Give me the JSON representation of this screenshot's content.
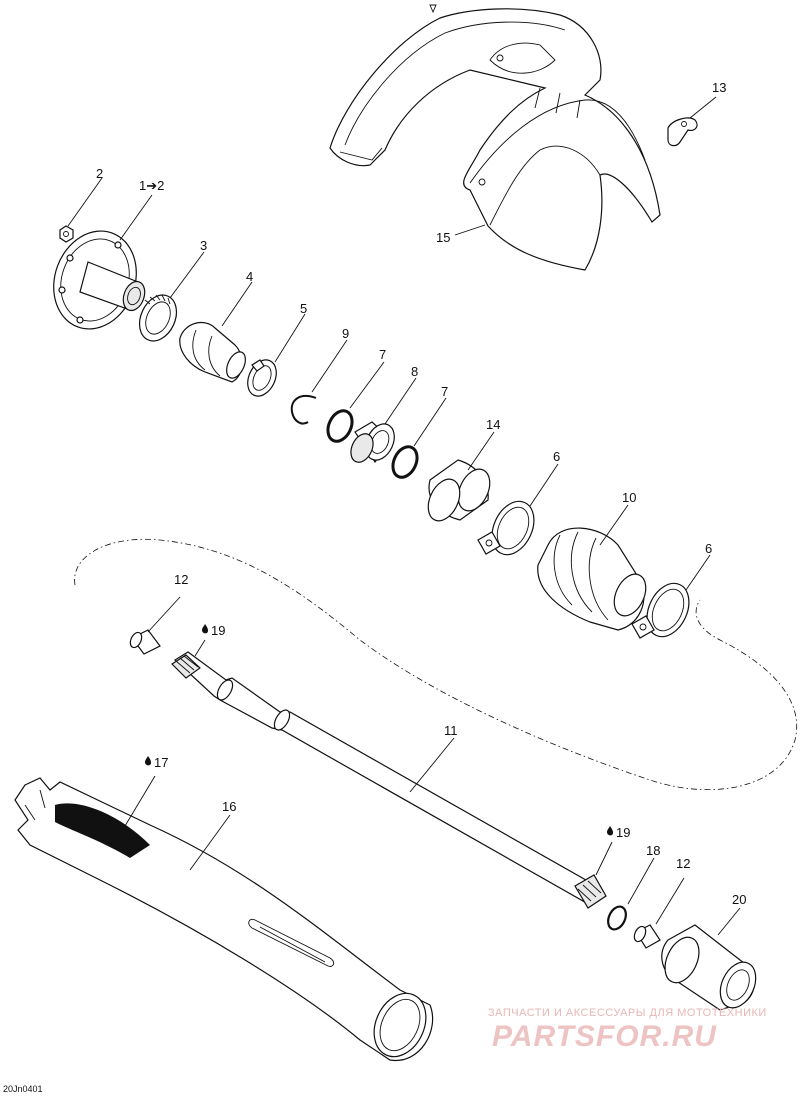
{
  "callouts": [
    {
      "id": "c2",
      "text": "2"
    },
    {
      "id": "c1to2",
      "text": "1➔2"
    },
    {
      "id": "c3",
      "text": "3"
    },
    {
      "id": "c4",
      "text": "4"
    },
    {
      "id": "c5",
      "text": "5"
    },
    {
      "id": "c9",
      "text": "9"
    },
    {
      "id": "c7a",
      "text": "7"
    },
    {
      "id": "c8",
      "text": "8"
    },
    {
      "id": "c7b",
      "text": "7"
    },
    {
      "id": "c14",
      "text": "14"
    },
    {
      "id": "c6a",
      "text": "6"
    },
    {
      "id": "c10",
      "text": "10"
    },
    {
      "id": "c6b",
      "text": "6"
    },
    {
      "id": "c12a",
      "text": "12"
    },
    {
      "id": "c19a",
      "text": "19"
    },
    {
      "id": "c11",
      "text": "11"
    },
    {
      "id": "c17",
      "text": "17"
    },
    {
      "id": "c16",
      "text": "16"
    },
    {
      "id": "c19b",
      "text": "19"
    },
    {
      "id": "c18",
      "text": "18"
    },
    {
      "id": "c12b",
      "text": "12"
    },
    {
      "id": "c20",
      "text": "20"
    },
    {
      "id": "c13",
      "text": "13"
    },
    {
      "id": "c15",
      "text": "15"
    }
  ],
  "drawing_ref": "20Jn0401",
  "watermark": {
    "line1": "ЗАПЧАСТИ И АКСЕССУАРЫ ДЛЯ МОТОТЕХНИКИ",
    "line2": "PARTSFOR.RU"
  }
}
